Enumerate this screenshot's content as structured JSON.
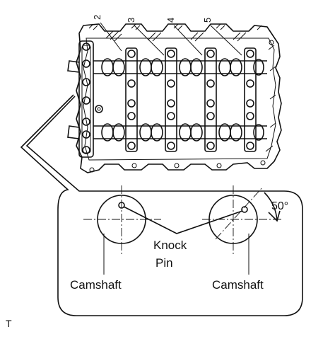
{
  "cylinder_numbers": [
    "2",
    "3",
    "4",
    "5"
  ],
  "angle_label": "50°",
  "pin_label": [
    "Knock",
    "Pin"
  ],
  "camshaft_left": "Camshaft",
  "camshaft_right": "Camshaft",
  "corner_mark": "T",
  "colors": {
    "ink": "#111111",
    "paper": "#ffffff"
  },
  "icons": [
    "camshaft-housing-illustration",
    "knock-pin-detail-callout"
  ]
}
